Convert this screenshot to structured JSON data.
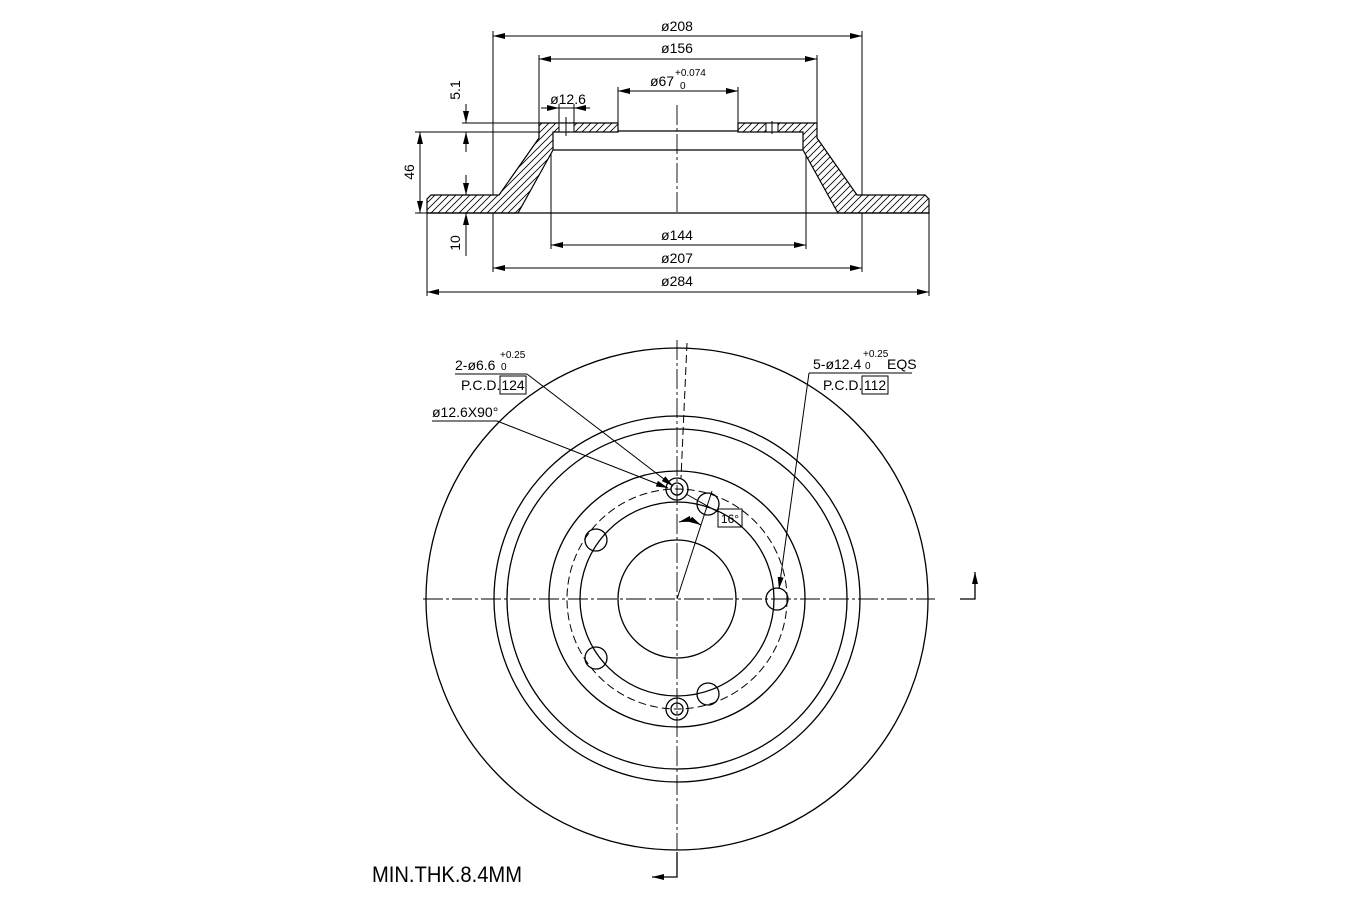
{
  "drawing": {
    "background": "#ffffff",
    "line_color": "#000000"
  },
  "section_view": {
    "dim_outer_top": "ø208",
    "dim_hat_top": "ø156",
    "dim_center_bore": "ø67",
    "dim_center_bore_tol_upper": "+0.074",
    "dim_center_bore_tol_lower": "0",
    "dim_hole": "ø12.6",
    "dim_hat_thickness": "5.1",
    "dim_height": "46",
    "dim_disc_thickness": "10",
    "dim_hat_inner": "ø144",
    "dim_friction_inner": "ø207",
    "dim_outer": "ø284"
  },
  "front_view": {
    "small_holes": {
      "label": "2-ø6.6",
      "tol_upper": "+0.25",
      "tol_lower": "0",
      "pcd_label": "P.C.D.",
      "pcd_value": "124"
    },
    "countersink": {
      "label": "ø12.6X90°"
    },
    "bolt_holes": {
      "label": "5-ø12.4",
      "tol_upper": "+0.25",
      "tol_lower": "0",
      "suffix": "EQS",
      "pcd_label": "P.C.D.",
      "pcd_value": "112"
    },
    "angle_label": "16°"
  },
  "note": "MIN.THK.8.4MM"
}
